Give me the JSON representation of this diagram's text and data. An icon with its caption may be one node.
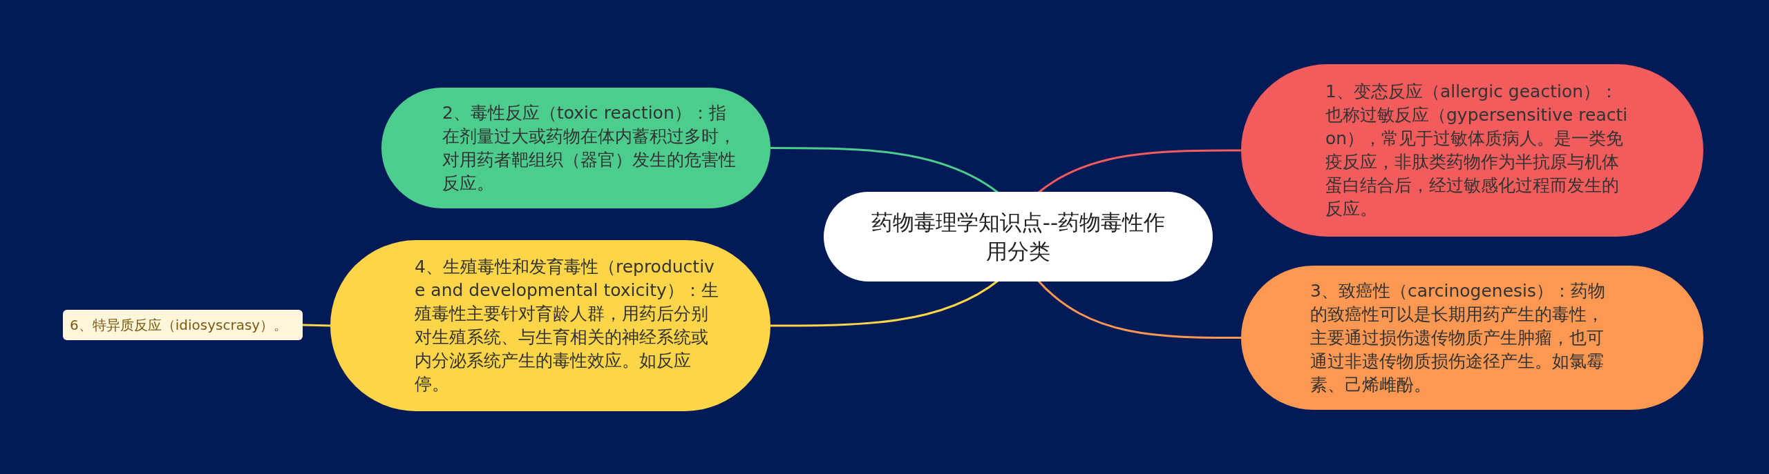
{
  "diagram": {
    "nodes": [
      {
        "text": [
          "药物毒理学知识点--药物毒性作用分类"
        ]
      },
      {
        "text": [
          "2、毒性反应（toxic reaction）：指在剂量过大或药物在体内蓄积过多时，对用药者靶组织（器官）发生的危害性反应。"
        ]
      },
      {
        "text": [
          "4、生殖毒性和发育毒性（reproductive and developmental toxicity）：生殖毒性主要针对育龄人群，用药后分别对生殖系统、与生育相关的神经系统或内分泌系统产生的毒性效应。如反应停。"
        ]
      },
      {
        "text": [
          "6、特异质反应（idiosyscrasy）。"
        ]
      },
      {
        "text": [
          "1、变态反应（allergic geaction）：也称过敏反应（gypersensitive reaction），常见于过敏体质病人。是一类免疫反应，非肽类药物作为半抗原与机体蛋白结合后，经过敏感化过程而发生的反应。"
        ]
      },
      {
        "text": [
          "3、致癌性（carcinogenesis）：药物的致癌性可以是长期用药产生的毒性，主要通过损伤遗传物质产生肿瘤，也可通过非遗传物质损伤途径产生。如氯霉素、己烯雌酚。"
        ]
      }
    ],
    "edges": [
      {
        "from": 0,
        "to": 1,
        "arrow": "none",
        "color": "#4ccd8e"
      },
      {
        "from": 0,
        "to": 2,
        "arrow": "none",
        "color": "#fdd548"
      },
      {
        "from": 2,
        "to": 3,
        "arrow": "none",
        "color": "#fdd548"
      },
      {
        "from": 0,
        "to": 4,
        "arrow": "none",
        "color": "#f25c5c"
      },
      {
        "from": 0,
        "to": 5,
        "arrow": "none",
        "color": "#fd9852"
      }
    ]
  }
}
